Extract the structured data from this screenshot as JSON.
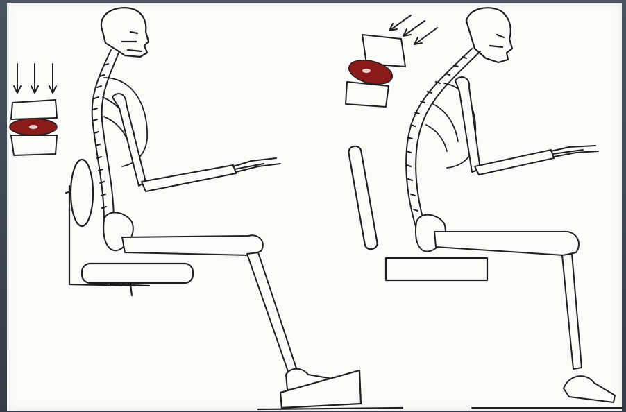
{
  "figure": {
    "panels": [
      {
        "name": "upright-sitting",
        "posture": "upright",
        "disc_state": "even"
      },
      {
        "name": "slouched-sitting",
        "posture": "slouched",
        "disc_state": "compressed"
      }
    ]
  },
  "colors": {
    "background_frame": "#3e4652",
    "paper": "#fbfbf9",
    "ink": "#1f1f1f",
    "disc": "#8b1a1a"
  }
}
